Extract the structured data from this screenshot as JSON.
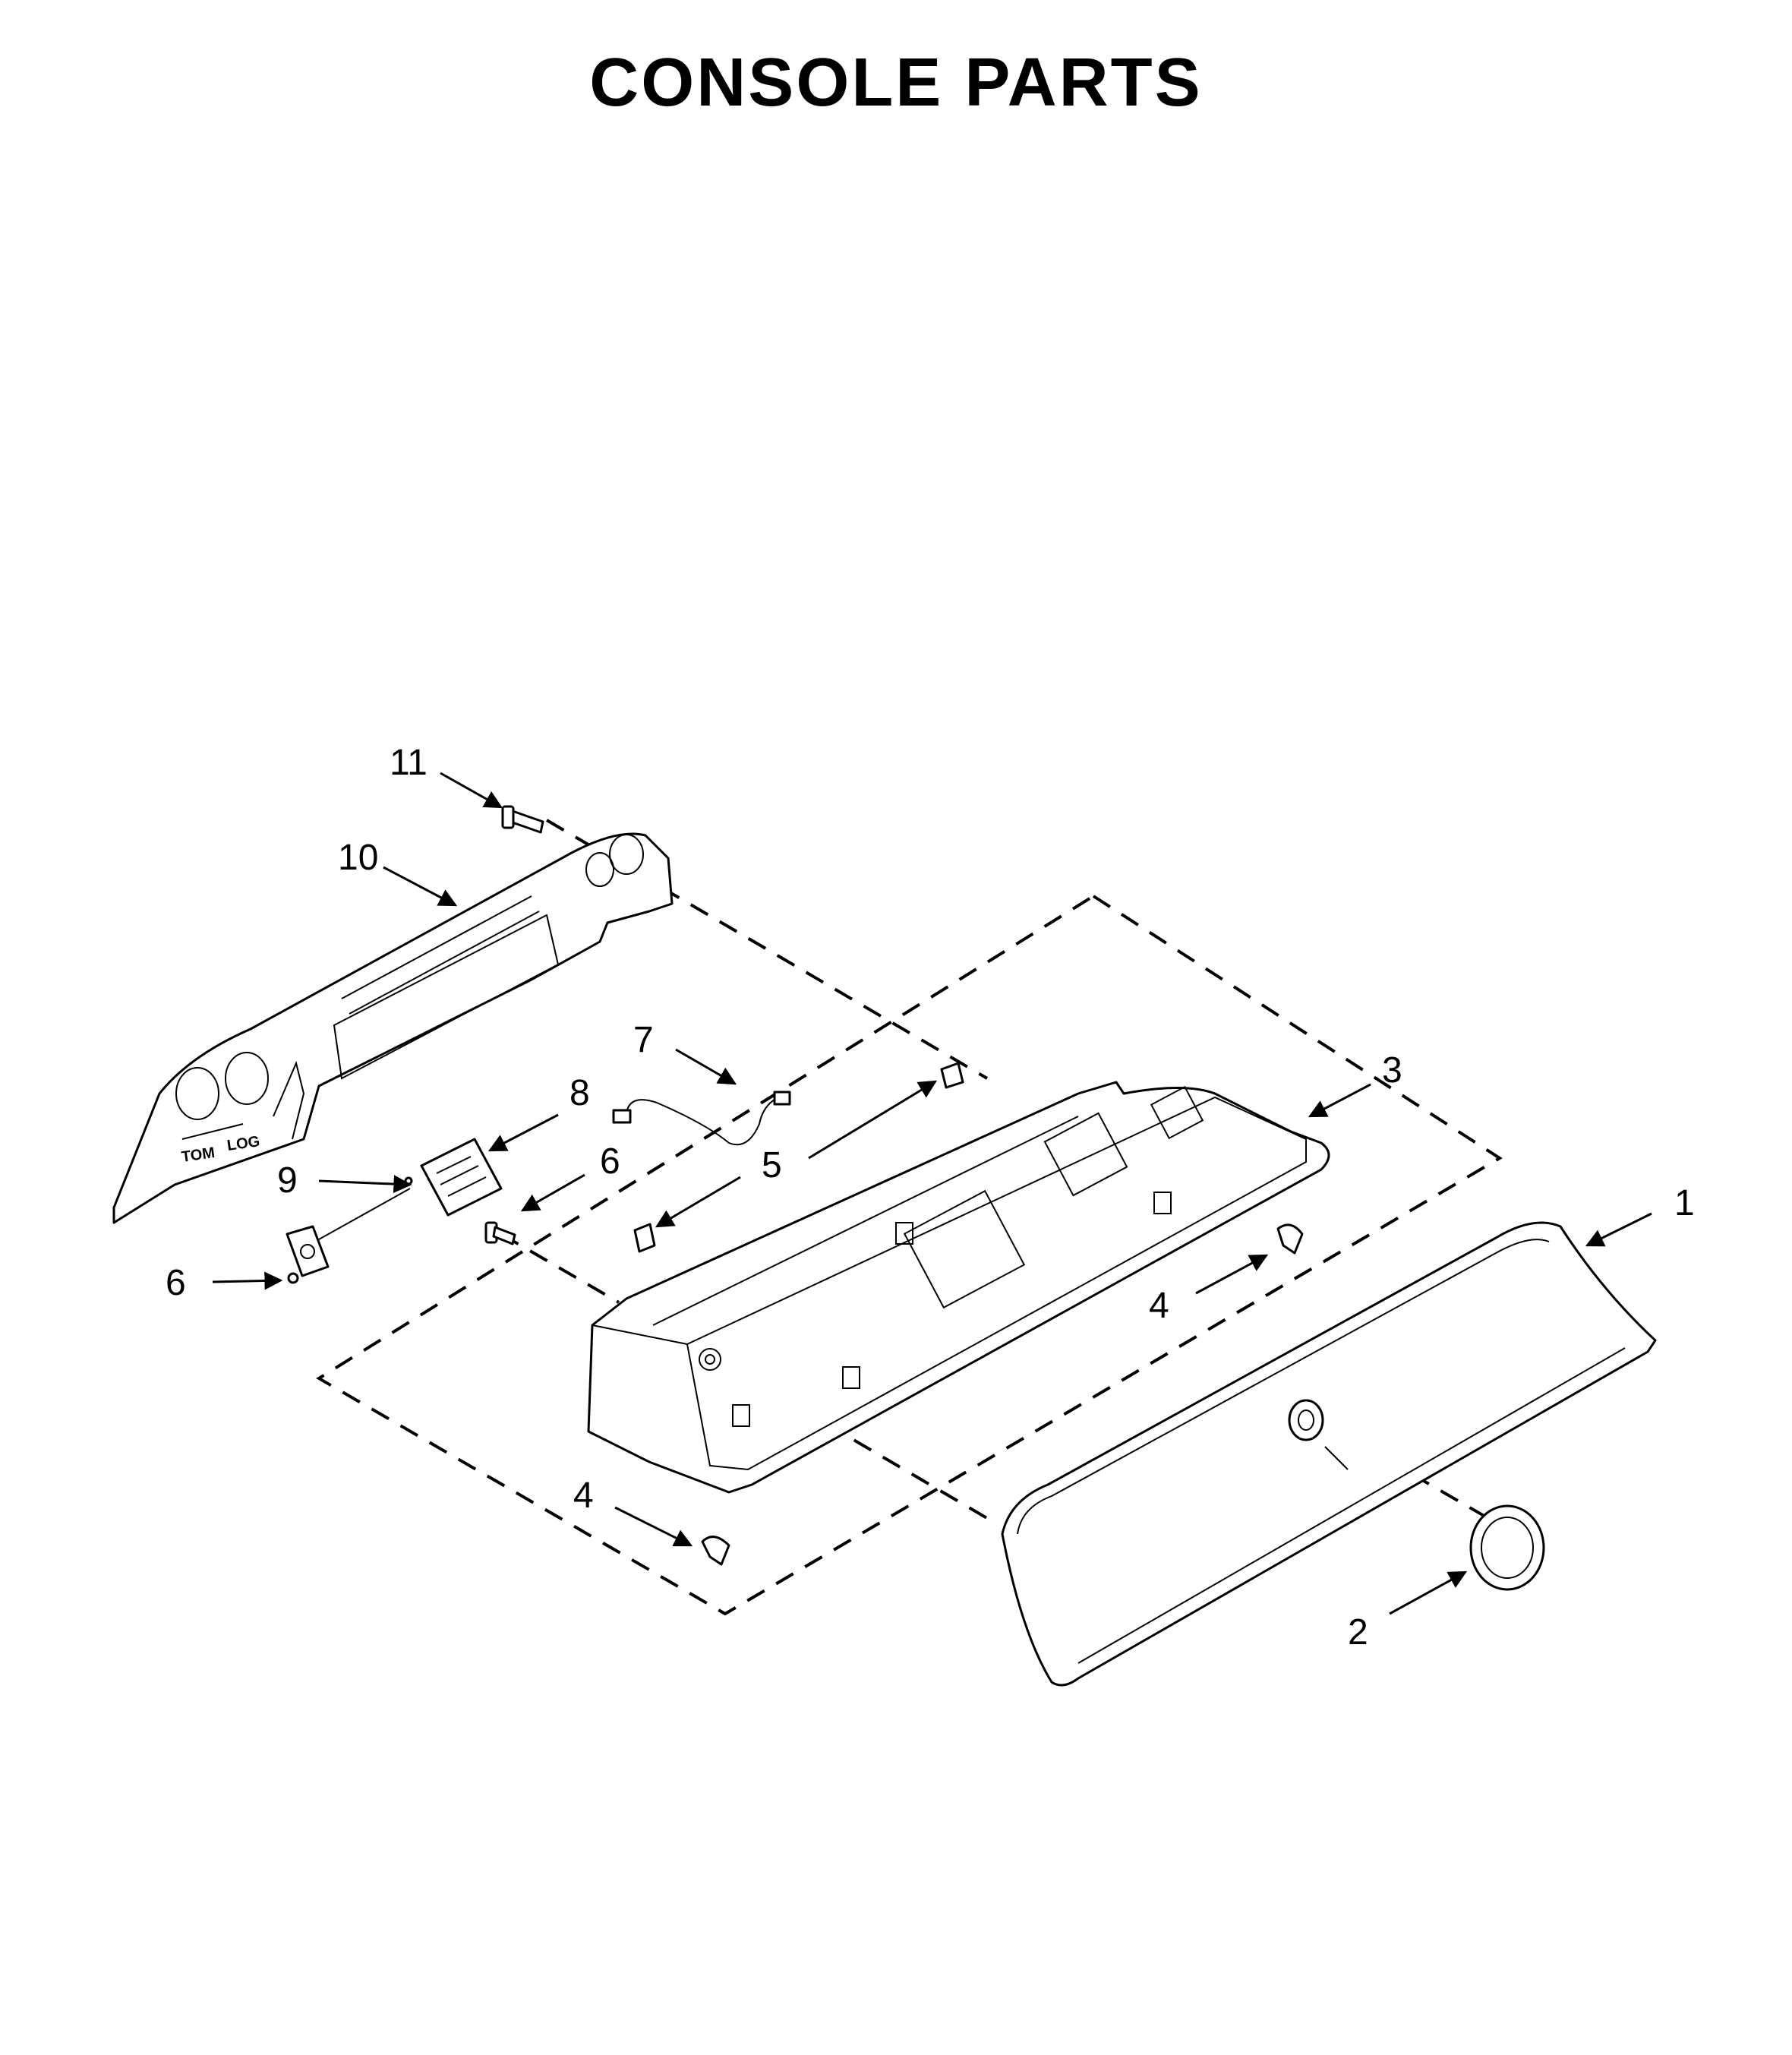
{
  "title": "CONSOLE PARTS",
  "callouts": [
    {
      "id": "c11",
      "text": "11"
    },
    {
      "id": "c10",
      "text": "10"
    },
    {
      "id": "c7",
      "text": "7"
    },
    {
      "id": "c8",
      "text": "8"
    },
    {
      "id": "c9",
      "text": "9"
    },
    {
      "id": "c6a",
      "text": "6"
    },
    {
      "id": "c6b",
      "text": "6"
    },
    {
      "id": "c5",
      "text": "5"
    },
    {
      "id": "c3",
      "text": "3"
    },
    {
      "id": "c1",
      "text": "1"
    },
    {
      "id": "c4a",
      "text": "4"
    },
    {
      "id": "c4b",
      "text": "4"
    },
    {
      "id": "c2",
      "text": "2"
    }
  ],
  "embossed_text": {
    "left": "TOM",
    "right": "LOG"
  }
}
